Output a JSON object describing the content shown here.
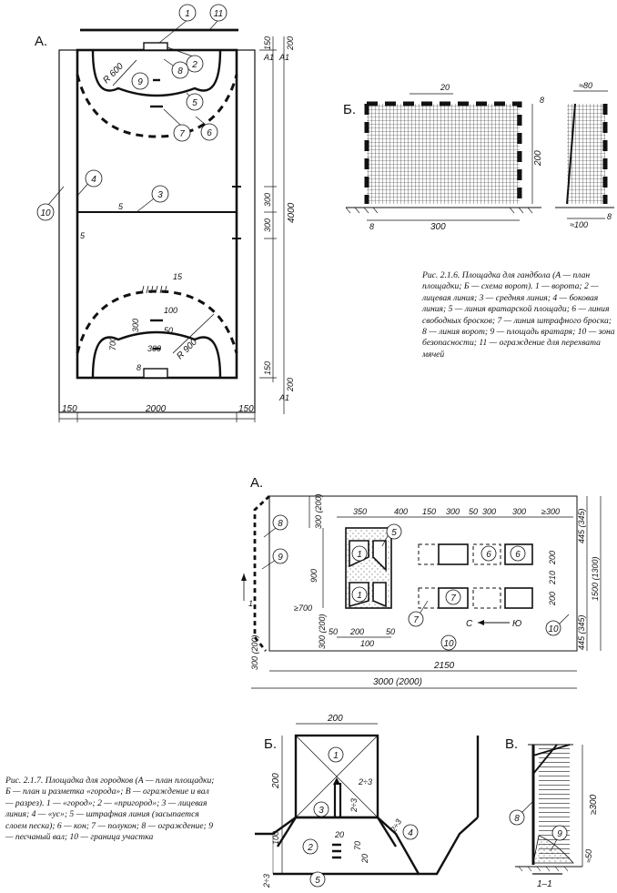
{
  "caption1": {
    "title": "Рис. 2.1.6. Площадка для гандбола (А — план площадки; Б — схема ворот).",
    "legend": "1 — ворота; 2 — лицевая линия; 3 — средняя линия; 4 — боковая линия; 5 — линия вратарской площади; 6 — линия свободных бросков; 7 — линия штрафного броска; 8 — линия ворот; 9 — площадь вратаря; 10 — зона безопасности; 11 — ограждение для перехвата мячей"
  },
  "caption2": {
    "title": "Рис. 2.1.7. Площадка для городков (А — план площадки; Б — план и разметка «города»; В — ограждение и вал — разрез).",
    "legend": "1 — «город»; 2 — «пригород»; 3 — лицевая линия; 4 — «ус»; 5 — штрафная линия (засыпается слоем песка); 6 — кон; 7 — полукон; 8 — ограждение; 9 — песчаный вал; 10 — граница участка"
  },
  "handball_plan": {
    "label": "А.",
    "dims": {
      "width": "2000",
      "side_left": "150",
      "side_right": "150",
      "length": "4000",
      "top_200": "200",
      "top_150": "150",
      "bot_150": "150",
      "bot_200": "200",
      "mid_300a": "300",
      "mid_300b": "300",
      "r600": "R 600",
      "r900": "R 900",
      "d5a": "5",
      "d5b": "5",
      "d15": "15",
      "d100": "100",
      "d300a": "300",
      "d50": "50",
      "d300b": "300",
      "d700": "700",
      "d8": "8",
      "a1": "А1",
      "a2": "А1",
      "a3": "А1"
    },
    "callouts": [
      "1",
      "2",
      "3",
      "4",
      "5",
      "6",
      "7",
      "8",
      "9",
      "10",
      "11"
    ]
  },
  "handball_goal": {
    "label": "Б.",
    "dims": {
      "d20": "20",
      "d8a": "8",
      "h200": "200",
      "w300": "300",
      "d8b": "8",
      "d80": "≈80",
      "d100": "≈100",
      "d8c": "8"
    }
  },
  "gorodki_plan": {
    "label": "А.",
    "dims": {
      "d350": "350",
      "d400": "400",
      "d150": "150",
      "d300a": "300",
      "d50": "50",
      "d300b": "300",
      "d300c": "300",
      "d300g": "≥300",
      "d300_200": "300 (200)",
      "d445_345a": "445 (345)",
      "d1500": "1500 (1300)",
      "d200a": "200",
      "d210": "210",
      "d200b": "200",
      "d445_345b": "445 (345)",
      "d900": "900",
      "d700": "≥700",
      "d300_200b": "300 (200)",
      "d50b": "50",
      "d200": "200",
      "d50c": "50",
      "d100": "100",
      "d2150": "2150",
      "d3000": "3000 (2000)",
      "sec": "1",
      "dir_c": "С",
      "dir_yu": "Ю"
    },
    "callouts": [
      "1",
      "1",
      "5",
      "6",
      "6",
      "7",
      "7",
      "8",
      "9",
      "10",
      "10"
    ]
  },
  "gorodki_town": {
    "label": "Б.",
    "dims": {
      "w200": "200",
      "h200": "200",
      "h100": "100",
      "d23a": "2÷3",
      "d23b": "2÷3",
      "d23c": "2÷3",
      "d23d": "2÷3",
      "d20a": "20",
      "d70": "70",
      "d20b": "20"
    },
    "callouts": [
      "1",
      "2",
      "3",
      "4",
      "5"
    ]
  },
  "gorodki_fence": {
    "label": "В.",
    "dims": {
      "h300": "≥300",
      "h50": "≈50"
    },
    "callouts": [
      "8",
      "9"
    ],
    "section": "1–1"
  }
}
